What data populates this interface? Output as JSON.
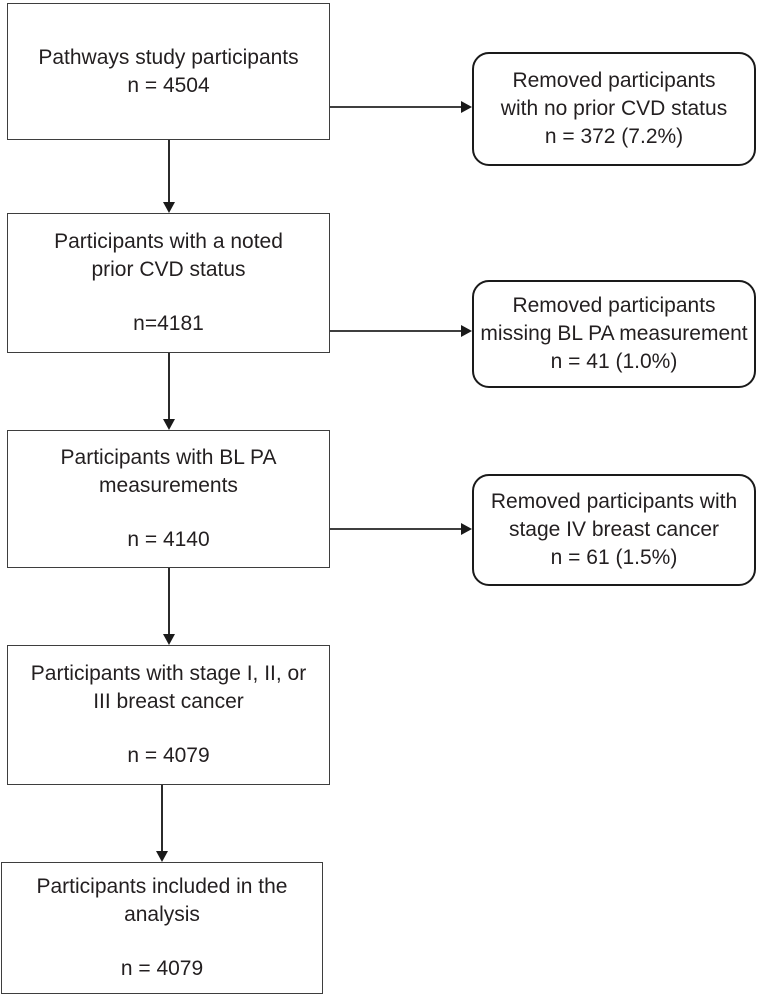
{
  "main_boxes": [
    {
      "title_lines": [
        "Pathways study participants"
      ],
      "count": "n = 4504"
    },
    {
      "title_lines": [
        "Participants with a noted",
        "prior CVD status"
      ],
      "count": "n=4181"
    },
    {
      "title_lines": [
        "Participants with BL PA",
        "measurements"
      ],
      "count": "n = 4140"
    },
    {
      "title_lines": [
        "Participants with stage I, II, or",
        "III breast cancer"
      ],
      "count": "n = 4079"
    },
    {
      "title_lines": [
        "Participants included in the",
        "analysis"
      ],
      "count": "n = 4079"
    }
  ],
  "removal_boxes": [
    {
      "lines": [
        "Removed participants",
        "with no prior CVD status",
        "n = 372 (7.2%)"
      ]
    },
    {
      "lines": [
        "Removed participants",
        "missing BL PA measurement",
        "n = 41 (1.0%)"
      ]
    },
    {
      "lines": [
        "Removed participants with",
        "stage IV breast cancer",
        "n = 61 (1.5%)"
      ]
    }
  ],
  "colors": {
    "main_box_border": "#3e3e3e",
    "removal_box_border": "#1a1a1a",
    "text": "#231f20",
    "arrow": "#1a1a1a",
    "background": "#ffffff"
  }
}
